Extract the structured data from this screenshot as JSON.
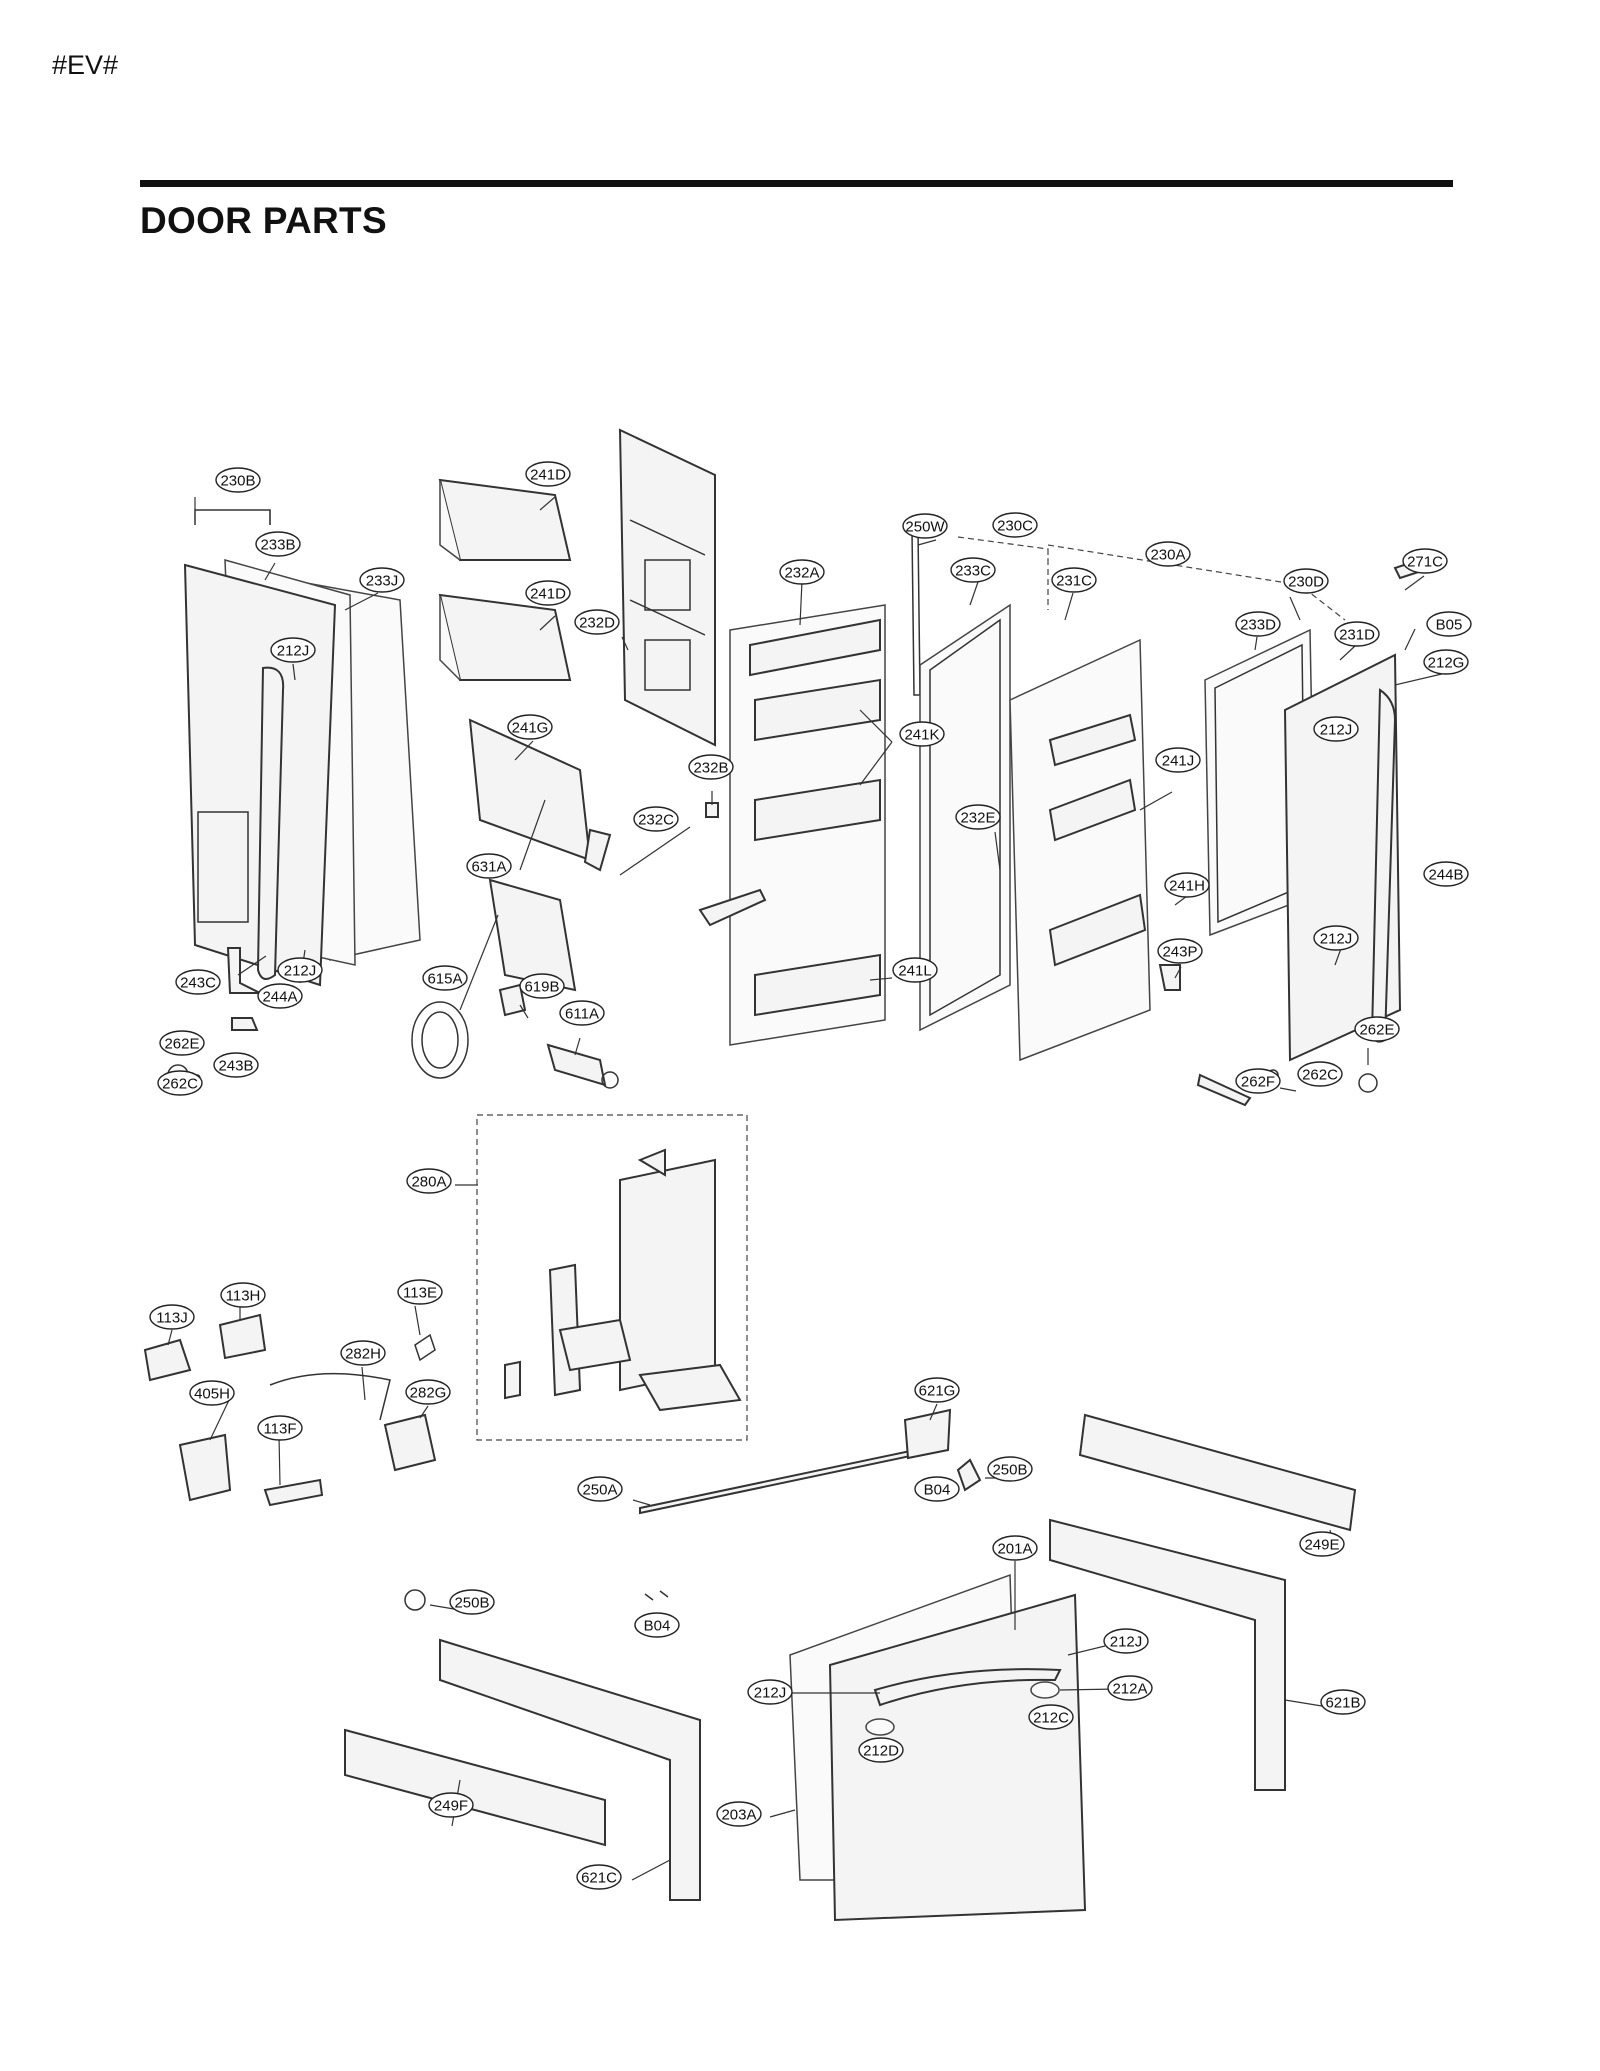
{
  "header": {
    "tag": "#EV#",
    "title": "DOOR PARTS"
  },
  "labels": [
    "230B",
    "233B",
    "233J",
    "212J",
    "212J",
    "243C",
    "244A",
    "262E",
    "262C",
    "243B",
    "241D",
    "241D",
    "232D",
    "241G",
    "631A",
    "615A",
    "619B",
    "611A",
    "232A",
    "232B",
    "232C",
    "241K",
    "241L",
    "250W",
    "230C",
    "233C",
    "231C",
    "232E",
    "241J",
    "241H",
    "243P",
    "230A",
    "230D",
    "233D",
    "231D",
    "271C",
    "B05",
    "212G",
    "212J",
    "212J",
    "244B",
    "262E",
    "262F",
    "262C",
    "280A",
    "113J",
    "113H",
    "113E",
    "282H",
    "282G",
    "405H",
    "113F",
    "621G",
    "B04",
    "250B",
    "250A",
    "249E",
    "201A",
    "212J",
    "212A",
    "212C",
    "212D",
    "212J",
    "203A",
    "621B",
    "250B",
    "B04",
    "249F",
    "621C"
  ]
}
